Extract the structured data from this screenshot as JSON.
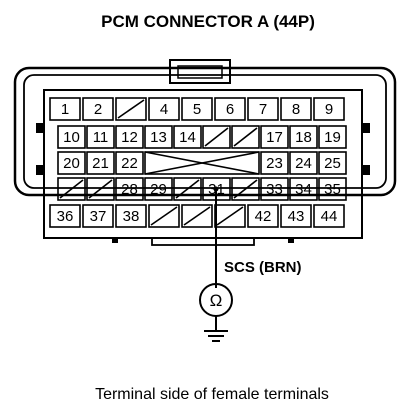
{
  "title": "PCM CONNECTOR A (44P)",
  "signal_label": "SCS (BRN)",
  "meter_symbol": "Ω",
  "caption": "Terminal side of female terminals",
  "rows": [
    [
      "1",
      "2",
      "",
      "4",
      "5",
      "6",
      "7",
      "8",
      "9"
    ],
    [
      "10",
      "11",
      "12",
      "13",
      "14",
      "",
      "",
      "17",
      "18",
      "19"
    ],
    [
      "20",
      "21",
      "22",
      "",
      "",
      "",
      "",
      "23",
      "24",
      "25"
    ],
    [
      "",
      "",
      "28",
      "29",
      "",
      "31",
      "",
      "33",
      "34",
      "35"
    ],
    [
      "36",
      "37",
      "38",
      "",
      "",
      "",
      "42",
      "43",
      "44"
    ]
  ],
  "icons": {
    "meter": "ohmmeter-icon",
    "ground": "ground-icon"
  }
}
